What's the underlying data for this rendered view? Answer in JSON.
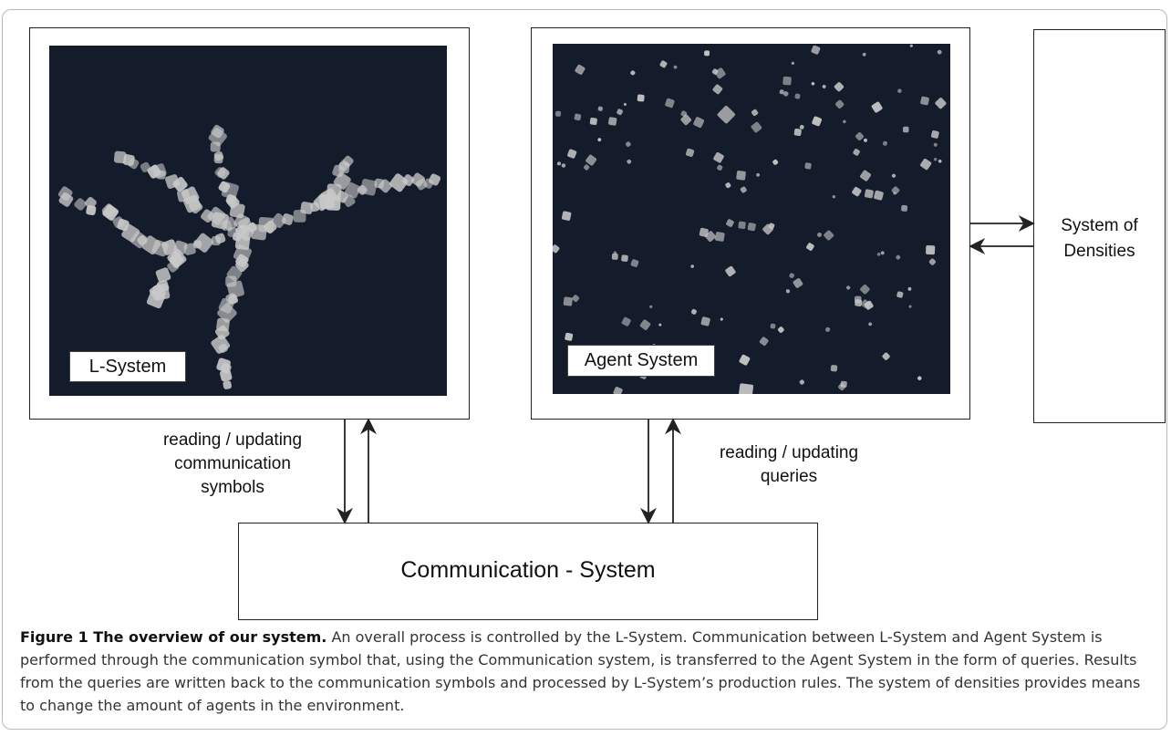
{
  "diagram": {
    "lsystem_label": "L-System",
    "agent_label": "Agent System",
    "densities_label": "System of\nDensities",
    "comm_label": "Communication - System",
    "left_arrow_text": "reading / updating\ncommunication\nsymbols",
    "right_arrow_text": "reading / updating\nqueries"
  },
  "caption": {
    "title": "Figure 1 The overview of our system.",
    "body": " An overall process is controlled by the L-System. Communication between L-System and Agent System is performed through the communication symbol that, using the Communication system, is transferred to the Agent System in the form of queries. Results from the queries are written back to the communication symbols and processed by L-System’s production rules. The system of densities provides means to change the amount of agents in the environment."
  },
  "colors": {
    "image_bg": "#141c2b",
    "agent_fill": "#c9c9c9",
    "stroke": "#222222"
  }
}
